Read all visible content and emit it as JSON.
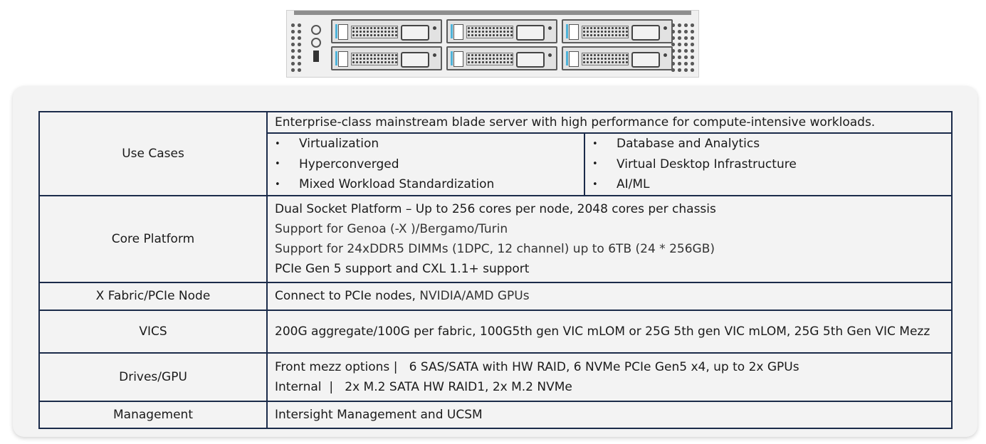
{
  "rows": {
    "use_cases": {
      "label": "Use Cases",
      "summary": "Enterprise-class mainstream blade server with high performance for compute-intensive workloads.",
      "left": [
        "Virtualization",
        "Hyperconverged",
        "Mixed Workload Standardization"
      ],
      "right": [
        "Database and Analytics",
        "Virtual Desktop Infrastructure",
        "AI/ML"
      ]
    },
    "core_platform": {
      "label": "Core Platform",
      "lines": [
        "Dual Socket Platform – Up to 256 cores per node, 2048 cores per chassis",
        "Support for Genoa (-X )/Bergamo/Turin",
        "Support for 24xDDR5 DIMMs (1DPC, 12 channel) up to 6TB (24 * 256GB)",
        "PCIe Gen 5 support and CXL 1.1+ support"
      ]
    },
    "x_fabric": {
      "label": "X Fabric/PCIe Node",
      "text_a": "Connect to PCIe nodes,",
      "text_b": "NVIDIA/AMD GPUs"
    },
    "vics": {
      "label": "VICS",
      "text": "200G aggregate/100G per fabric, 100G5th gen VIC mLOM or 25G 5th gen VIC mLOM, 25G 5th Gen VIC Mezz"
    },
    "drives_gpu": {
      "label": "Drives/GPU",
      "lines": [
        "Front mezz options |   6 SAS/SATA with HW RAID, 6 NVMe PCIe Gen5 x4, up to 2x GPUs",
        "Internal  |   2x M.2 SATA HW RAID1, 2x M.2 NVMe"
      ]
    },
    "management": {
      "label": "Management",
      "text": "Intersight Management and UCSM"
    }
  },
  "bullet_glyph": "•",
  "colors": {
    "border": "#1b2b4a",
    "card": "#f3f3f3",
    "accent": "#4fb3d9"
  }
}
